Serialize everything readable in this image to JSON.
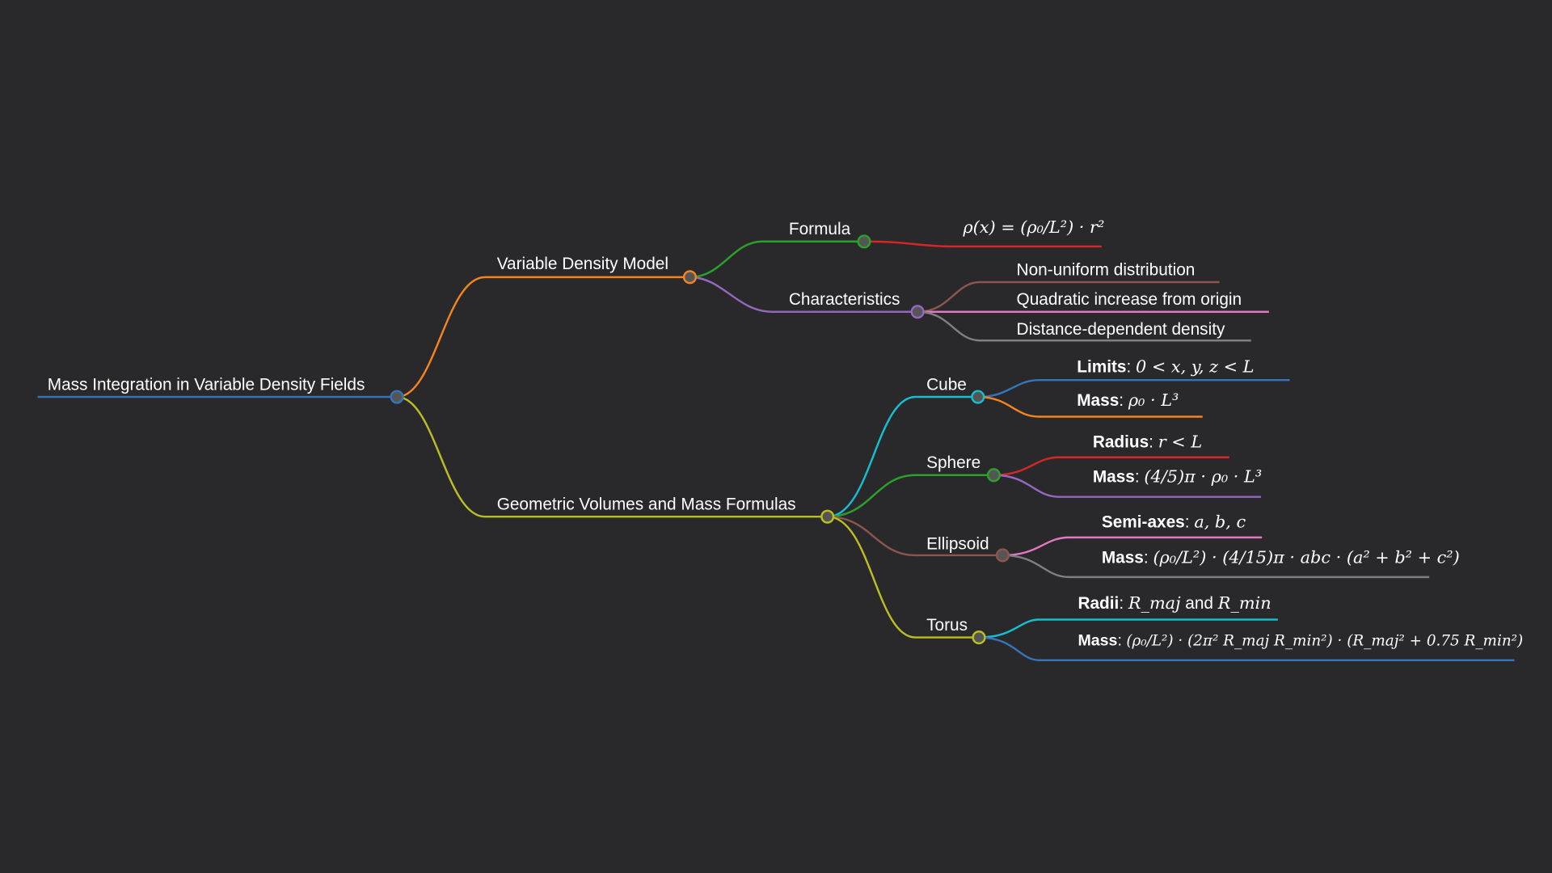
{
  "colors": {
    "background": "#29292b",
    "blue": "#3574b8",
    "orange": "#f5841f",
    "green": "#2ca02c",
    "red": "#d62728",
    "purple": "#9467bd",
    "brown": "#8c564b",
    "pink": "#e377c2",
    "grey": "#7f7f7f",
    "yellow": "#bcbd22",
    "cyan": "#17becf"
  },
  "root": {
    "label": "Mass Integration in Variable Density Fields"
  },
  "variable_density": {
    "label": "Variable Density Model",
    "formula": {
      "label": "Formula",
      "value": "ρ(x) = (ρ₀/L²) · r²"
    },
    "characteristics": {
      "label": "Characteristics",
      "items": [
        "Non-uniform distribution",
        "Quadratic increase from origin",
        "Distance-dependent density"
      ]
    }
  },
  "geometric": {
    "label": "Geometric Volumes and Mass Formulas",
    "cube": {
      "label": "Cube",
      "limits_key": "Limits",
      "limits_val": "0 < x, y, z < L",
      "mass_key": "Mass",
      "mass_val": "ρ₀ · L³"
    },
    "sphere": {
      "label": "Sphere",
      "radius_key": "Radius",
      "radius_val": "r < L",
      "mass_key": "Mass",
      "mass_val": "(4/5)π · ρ₀ · L³"
    },
    "ellipsoid": {
      "label": "Ellipsoid",
      "axes_key": "Semi-axes",
      "axes_val": "a, b, c",
      "mass_key": "Mass",
      "mass_val": "(ρ₀/L²) · (4/15)π · abc · (a² + b² + c²)"
    },
    "torus": {
      "label": "Torus",
      "radii_key": "Radii",
      "radii_a": "R_maj",
      "radii_and": "and",
      "radii_b": "R_min",
      "mass_key": "Mass",
      "mass_val": "(ρ₀/L²) · (2π² R_maj R_min²) · (R_maj² + 0.75 R_min²)"
    }
  }
}
